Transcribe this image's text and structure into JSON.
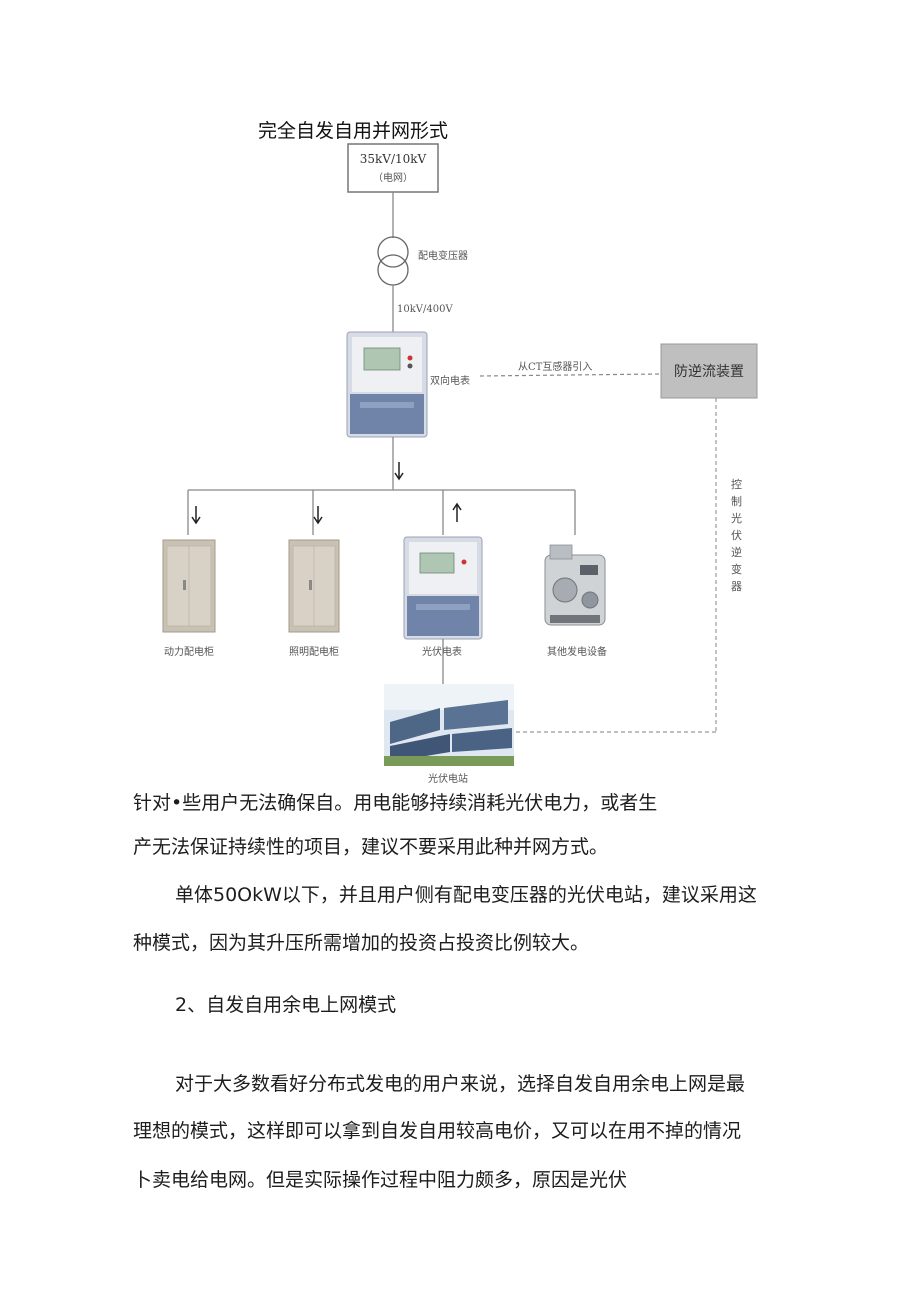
{
  "diagram": {
    "title": "完全自发自用并网形式",
    "grid_box": {
      "line1": "35kV/10kV",
      "line2": "（电网）"
    },
    "transformer_label": "配电变压器",
    "voltage_label": "10kV/400V",
    "meter_label": "双向电表",
    "ct_label": "从CT互感器引入",
    "anti_backflow_label": "防逆流装置",
    "control_label": "控制光伏逆变器",
    "loads": [
      {
        "label": "动力配电柜"
      },
      {
        "label": "照明配电柜"
      },
      {
        "label": "光伏电表"
      },
      {
        "label": "其他发电设备"
      }
    ],
    "pv_station_label": "光伏电站"
  },
  "body": {
    "para1_line1": "针对•些用户无法确保自。用电能够持续消耗光伏电力，或者生",
    "para1_line2": "产无法保证持续性的项目，建议不要采用此种并网方式。",
    "para2_line1": "单体50OkW以下，并且用户侧有配电变压器的光伏电站，建议采用这",
    "para2_line2": "种模式，因为其升压所需增加的投资占投资比例较大。",
    "heading": "2、自发自用余电上网模式",
    "para3_line1": "对于大多数看好分布式发电的用户来说，选择自发自用余电上网是最",
    "para3_line2": "理想的模式，这样即可以拿到自发自用较高电价，又可以在用不掉的情况",
    "para3_line3": "卜卖电给电网。但是实际操作过程中阻力颇多，原因是光伏"
  }
}
